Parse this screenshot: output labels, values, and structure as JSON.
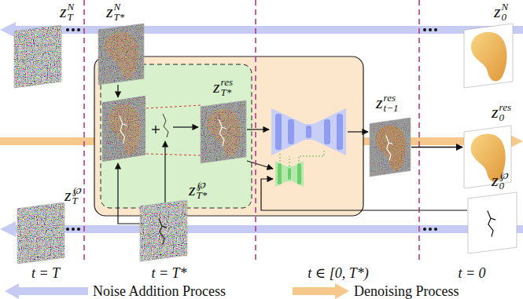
{
  "diagram": {
    "nodes": [
      {
        "text": [
          "z",
          "N",
          "T"
        ]
      },
      {
        "text": [
          "z",
          "N",
          "T*"
        ]
      },
      {
        "text": [
          "z",
          "N",
          "0"
        ]
      },
      {
        "text": [
          "z",
          "res",
          "T*"
        ]
      },
      {
        "text": [
          "z",
          "res",
          "t−1"
        ]
      },
      {
        "text": [
          "z",
          "res",
          "0"
        ]
      },
      {
        "text": [
          "z",
          "℘",
          "T"
        ]
      },
      {
        "text": [
          "z",
          "℘",
          "T*"
        ]
      },
      {
        "text": [
          "z",
          "℘",
          "0"
        ]
      }
    ],
    "edges": [
      {
        "from": 4,
        "to": 5,
        "arrow": "to"
      }
    ],
    "labels": [
      "t = T",
      "t = T*",
      "t ∈ [0, T*)",
      "t = 0"
    ],
    "legend": [
      {
        "text": "Noise Addition Process"
      },
      {
        "text": "Denoising Process"
      }
    ]
  }
}
